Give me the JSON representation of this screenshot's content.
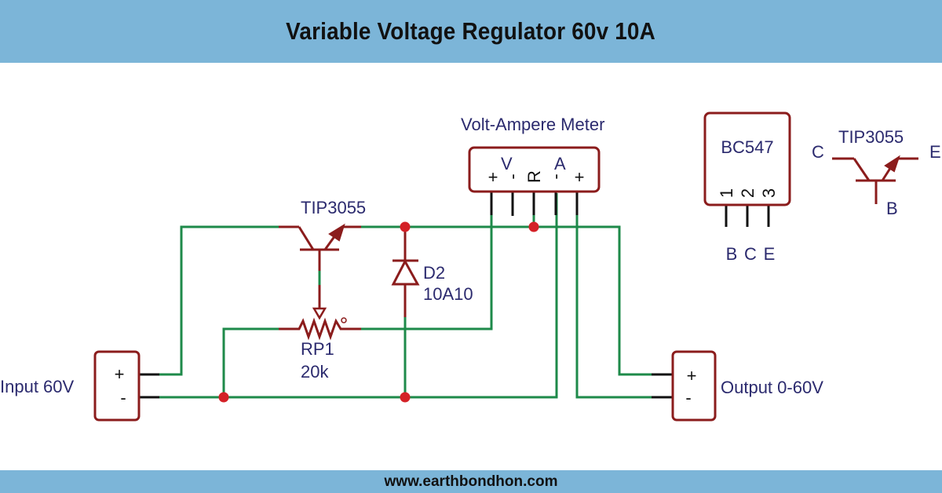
{
  "header": {
    "title": "Variable Voltage Regulator 60v 10A"
  },
  "footer": {
    "url": "www.earthbondhon.com"
  },
  "colors": {
    "banner": "#7cb5d8",
    "wire": "#1e8a4a",
    "component": "#8b1c1c",
    "junction": "#d42127",
    "label": "#2b2a6e",
    "pin": "#111111"
  },
  "components": {
    "transistor_main": {
      "name": "TIP3055"
    },
    "diode": {
      "ref": "D2",
      "value": "10A10"
    },
    "pot": {
      "ref": "RP1",
      "value": "20k"
    },
    "input": {
      "label": "Input 60V",
      "plus": "+",
      "minus": "-"
    },
    "output": {
      "label": "Output 0-60V",
      "plus": "+",
      "minus": "-"
    },
    "meter": {
      "title": "Volt-Ampere Meter",
      "v_label": "V",
      "a_label": "A",
      "pins": [
        "+",
        "-",
        "R",
        "-",
        "+"
      ]
    },
    "bc547": {
      "name": "BC547",
      "pin_numbers": [
        "1",
        "2",
        "3"
      ],
      "pin_names": [
        "B",
        "C",
        "E"
      ]
    },
    "tip_pinout": {
      "name": "TIP3055",
      "c": "C",
      "e": "E",
      "b": "B"
    }
  }
}
